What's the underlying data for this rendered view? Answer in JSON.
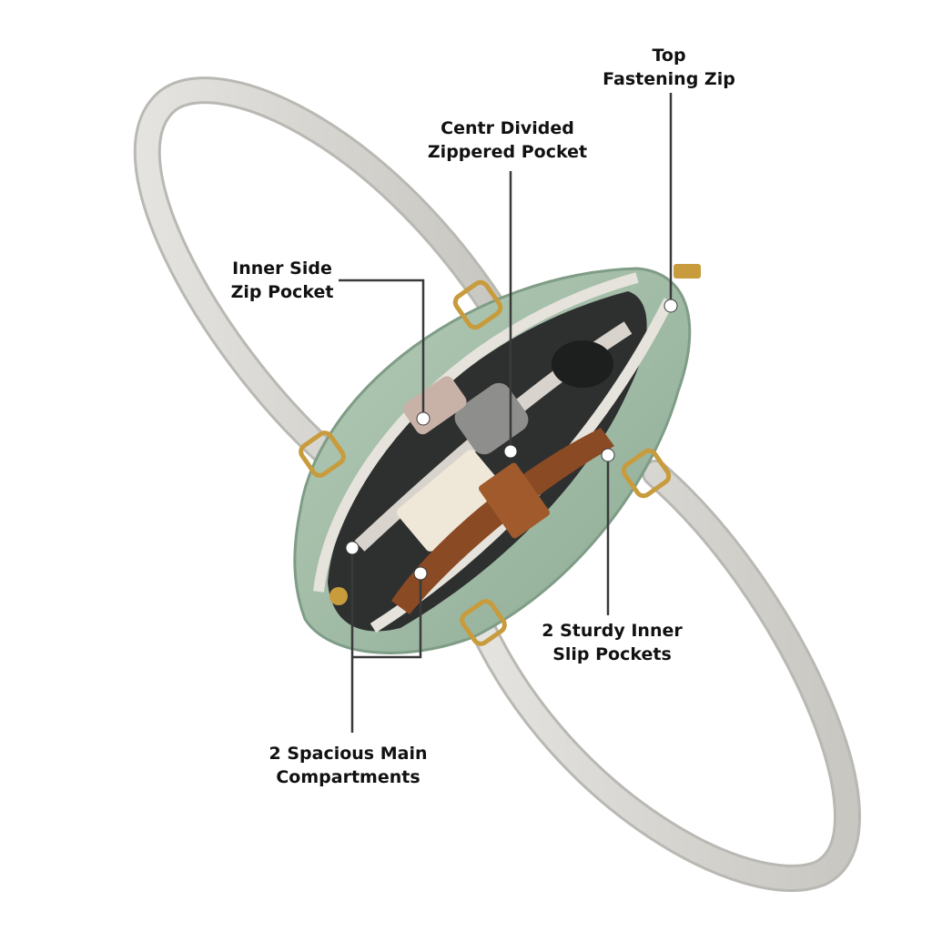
{
  "image": {
    "subject": "open tote handbag viewed from above",
    "colors": {
      "background": "#ffffff",
      "bag_body": "#a4bea8",
      "bag_shadow": "#7f9c86",
      "strap": "#d9d8d4",
      "strap_edge": "#b9b8b3",
      "lining": "#2e302f",
      "zip_tape": "#e6e2dc",
      "hardware": "#c89b3c",
      "brown_pouch": "#8a4a24",
      "callout_line": "#3a3a3a",
      "callout_dot": "#ffffff"
    }
  },
  "callouts": {
    "top_zip": {
      "line1": "Top",
      "line2": "Fastening Zip"
    },
    "centre_pocket": {
      "line1": "Centr Divided",
      "line2": "Zippered Pocket"
    },
    "inner_side": {
      "line1": "Inner Side",
      "line2": "Zip Pocket"
    },
    "slip_pockets": {
      "line1": "2 Sturdy Inner",
      "line2": "Slip Pockets"
    },
    "main_compartments": {
      "line1": "2 Spacious Main",
      "line2": "Compartments"
    }
  }
}
